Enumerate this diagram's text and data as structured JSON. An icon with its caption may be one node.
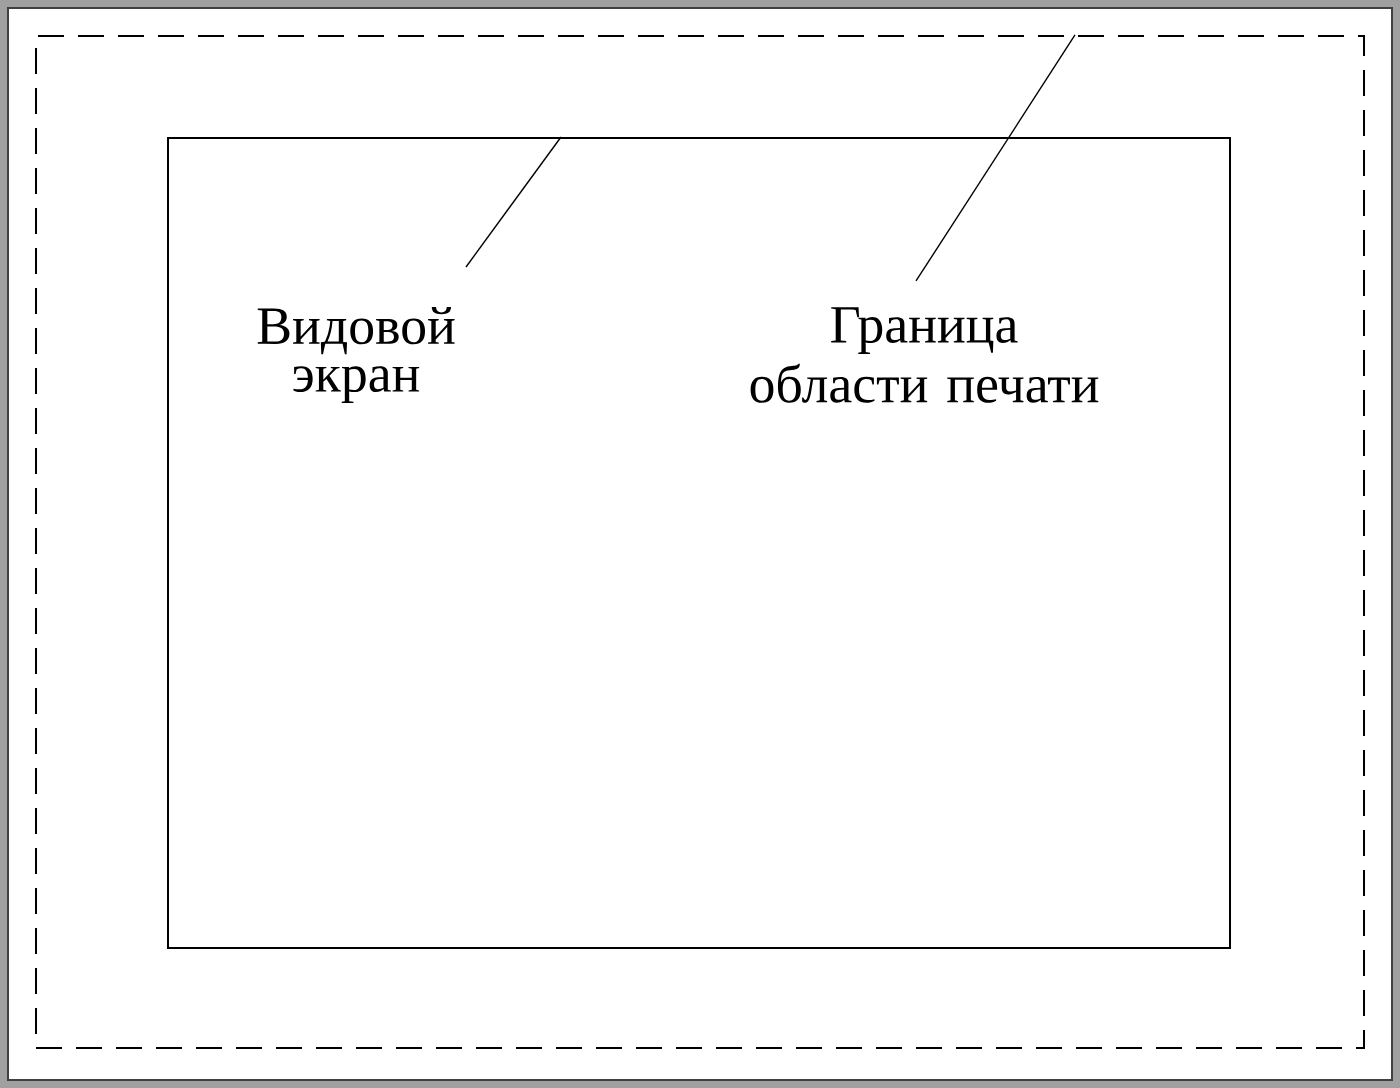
{
  "diagram": {
    "nodes": [
      {
        "text": [],
        "shape": "box"
      },
      {
        "text": [],
        "shape": "box",
        "in": 0
      },
      {
        "text": [
          "Видовой экран"
        ],
        "in": 1
      },
      {
        "text": [
          "Граница области печати"
        ],
        "in": 1
      }
    ],
    "edges": [
      {
        "from": 2,
        "to": 1,
        "arrow": "none"
      },
      {
        "from": 3,
        "to": 0,
        "arrow": "none"
      }
    ]
  }
}
